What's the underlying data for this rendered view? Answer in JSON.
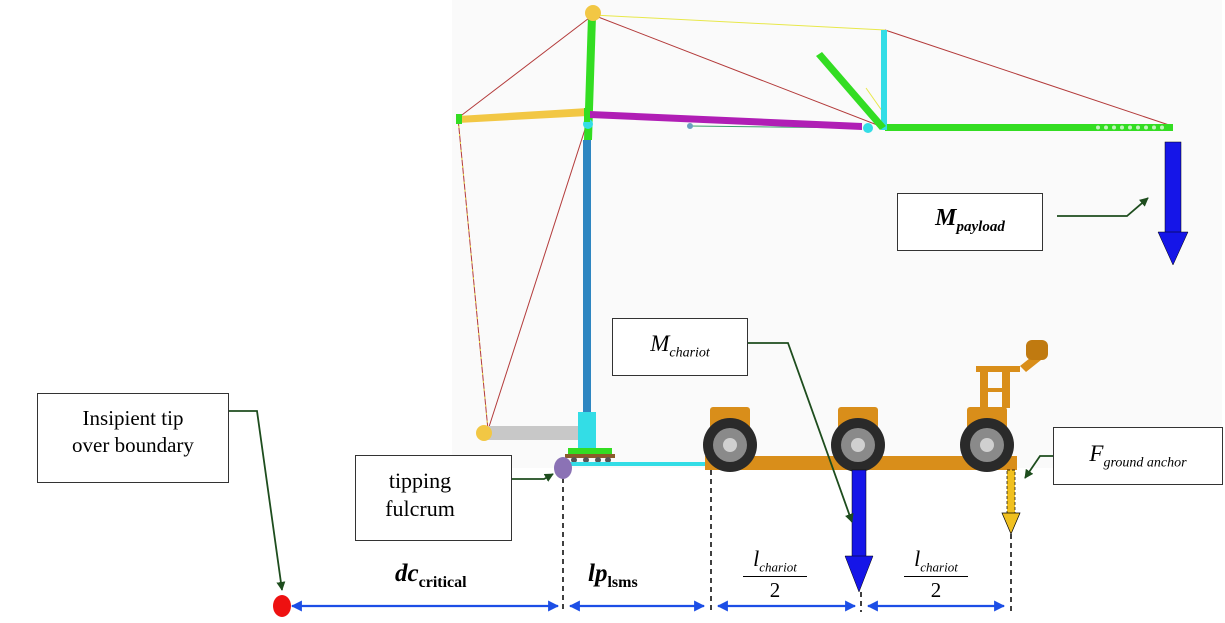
{
  "labels": {
    "payload": {
      "main": "M",
      "sub": "payload"
    },
    "chariot_mass": {
      "main": "M",
      "sub": "chariot"
    },
    "ground_anchor": {
      "main": "F",
      "sub": "ground anchor"
    },
    "tip_over": {
      "line1": "Insipient tip",
      "line2": "over boundary"
    },
    "fulcrum": {
      "line1": "tipping",
      "line2": "fulcrum"
    },
    "dc_critical": {
      "main": "dc",
      "sub": "critical"
    },
    "lp_lsms": {
      "main": "lp",
      "sub": "lsms"
    },
    "half_chariot_1": {
      "num_main": "l",
      "num_sub": "chariot",
      "den": "2"
    },
    "half_chariot_2": {
      "num_main": "l",
      "num_sub": "chariot",
      "den": "2"
    }
  },
  "colors": {
    "mast_blue": "#2e86c1",
    "boom_green": "#33dd22",
    "boom_magenta": "#b01eb5",
    "strut_yellow": "#f2c744",
    "cyan": "#33dde6",
    "cable_red": "#b33a3a",
    "chariot_orange": "#d98e1a",
    "arrow_blue": "#1515e8",
    "force_yellow": "#f0c020",
    "dim_blue": "#1c4ee6",
    "leader_green": "#1e4d1e",
    "tip_red": "#ee1111",
    "fulcrum_purple": "#8b72b5"
  }
}
